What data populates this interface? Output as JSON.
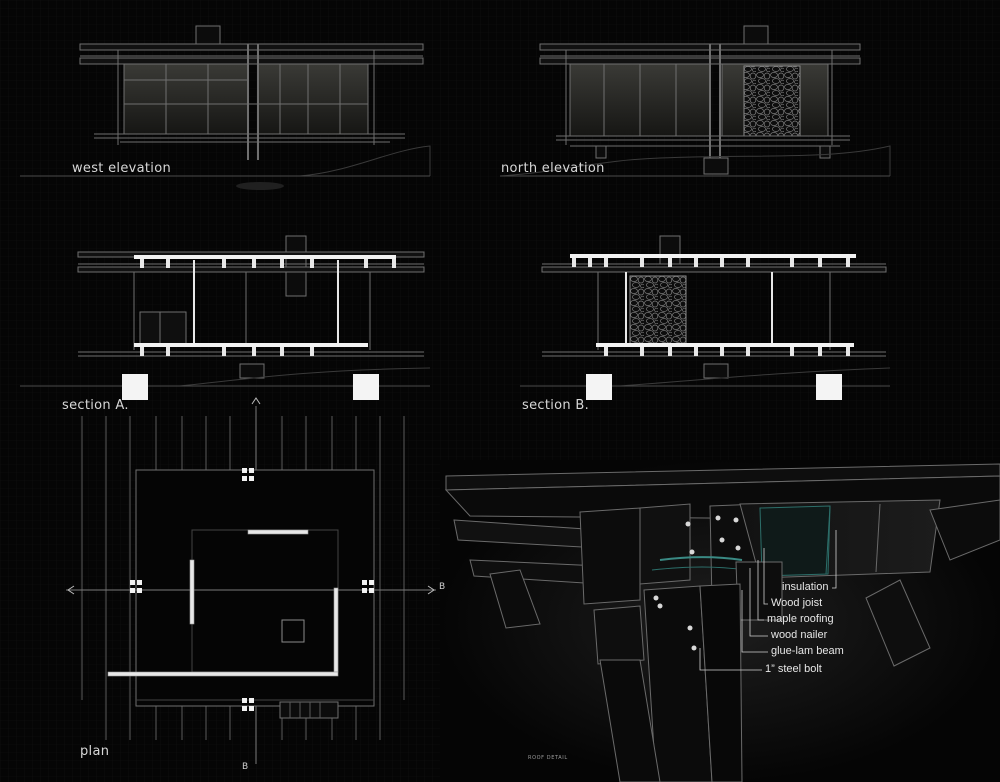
{
  "views": {
    "west_elevation": "west elevation",
    "north_elevation": "north elevation",
    "section_a": "section A.",
    "section_b": "section B.",
    "plan": "plan",
    "roof_detail": "ROOF DETAIL"
  },
  "plan_markers": {
    "right_b": "B",
    "bottom_b": "B"
  },
  "roof_detail_callouts": [
    "insulation",
    "Wood joist",
    "maple roofing",
    "wood nailer",
    "glue-lam beam",
    "1” steel bolt"
  ],
  "colors": {
    "background": "#050505",
    "line": "#6f6f6f",
    "highlight": "#f2f2f2",
    "accent_teal": "#2c6f6a"
  }
}
